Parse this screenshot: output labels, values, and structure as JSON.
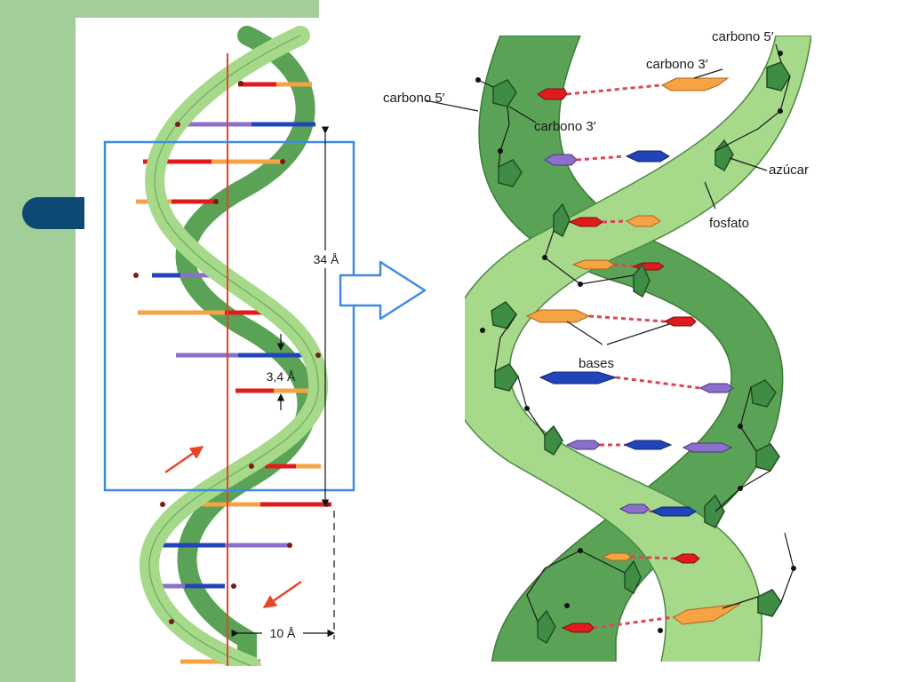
{
  "labels": {
    "carbono5_top": "carbono 5′",
    "carbono3_top": "carbono 3′",
    "carbono5_left": "carbono 5′",
    "carbono3_left": "carbono 3′",
    "azucar": "azúcar",
    "fosfato": "fosfato",
    "bases": "bases"
  },
  "dimensions": {
    "pitch": "34 Å",
    "rise": "3,4 Å",
    "diameter": "10 Å"
  },
  "colors": {
    "background_band": "#a2cf99",
    "side_tab": "#0d4a73",
    "ribbon_light": "#a6d98a",
    "ribbon_dark": "#5aa356",
    "axis": "#e8442a",
    "frame": "#3d8be0",
    "base_red": "#e01b1b",
    "base_orange": "#f5a343",
    "base_blue": "#2144b8",
    "base_purple": "#8b6fc9"
  }
}
